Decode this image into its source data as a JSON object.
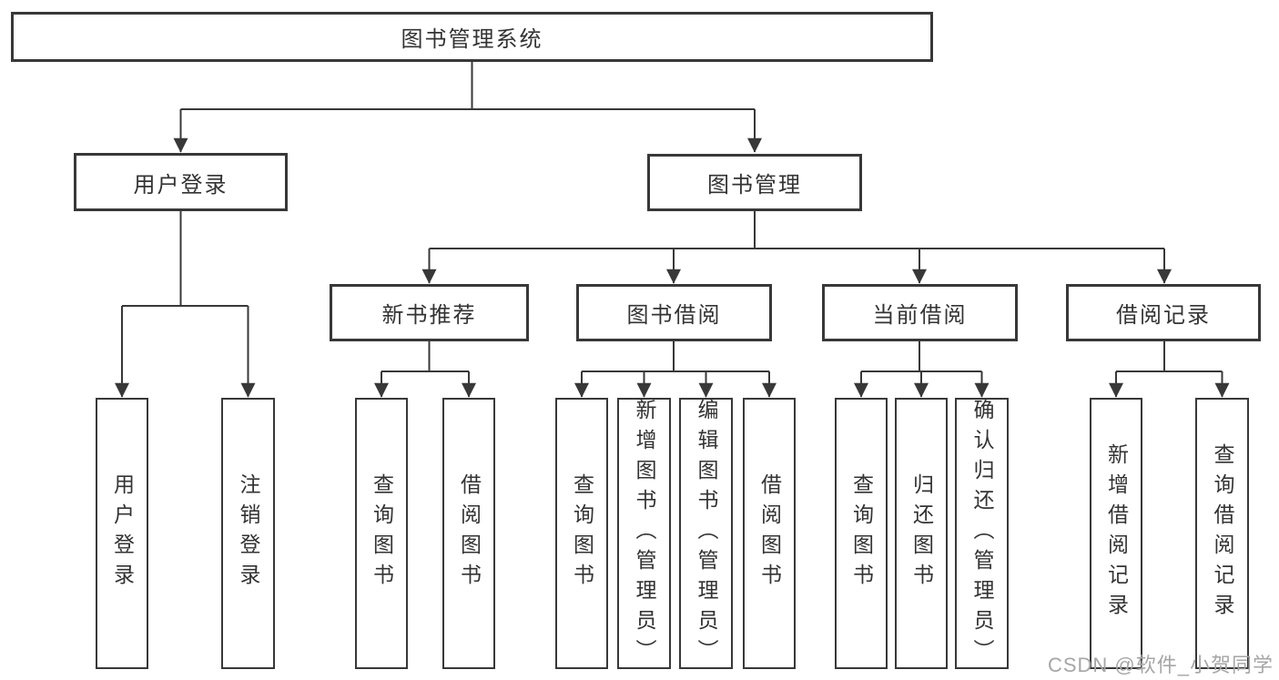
{
  "diagram_title": "图书管理系统",
  "tree": {
    "label": "图书管理系统",
    "children": [
      {
        "label": "用户登录",
        "children": [
          {
            "label": "用户登录"
          },
          {
            "label": "注销登录"
          }
        ]
      },
      {
        "label": "图书管理",
        "children": [
          {
            "label": "新书推荐",
            "children": [
              {
                "label": "查询图书"
              },
              {
                "label": "借阅图书"
              }
            ]
          },
          {
            "label": "图书借阅",
            "children": [
              {
                "label": "查询图书"
              },
              {
                "label": "新增图书（管理员）"
              },
              {
                "label": "编辑图书（管理员）"
              },
              {
                "label": "借阅图书"
              }
            ]
          },
          {
            "label": "当前借阅",
            "children": [
              {
                "label": "查询图书"
              },
              {
                "label": "归还图书"
              },
              {
                "label": "确认归还（管理员）"
              }
            ]
          },
          {
            "label": "借阅记录",
            "children": [
              {
                "label": "新增借阅记录"
              },
              {
                "label": "查询借阅记录"
              }
            ]
          }
        ]
      }
    ]
  },
  "watermark": {
    "text": "CSDN @软件_小贺同学"
  },
  "colors": {
    "line": "#383838",
    "text": "#333333",
    "watermark_text": "#a6a6a6",
    "background": "#ffffff"
  }
}
